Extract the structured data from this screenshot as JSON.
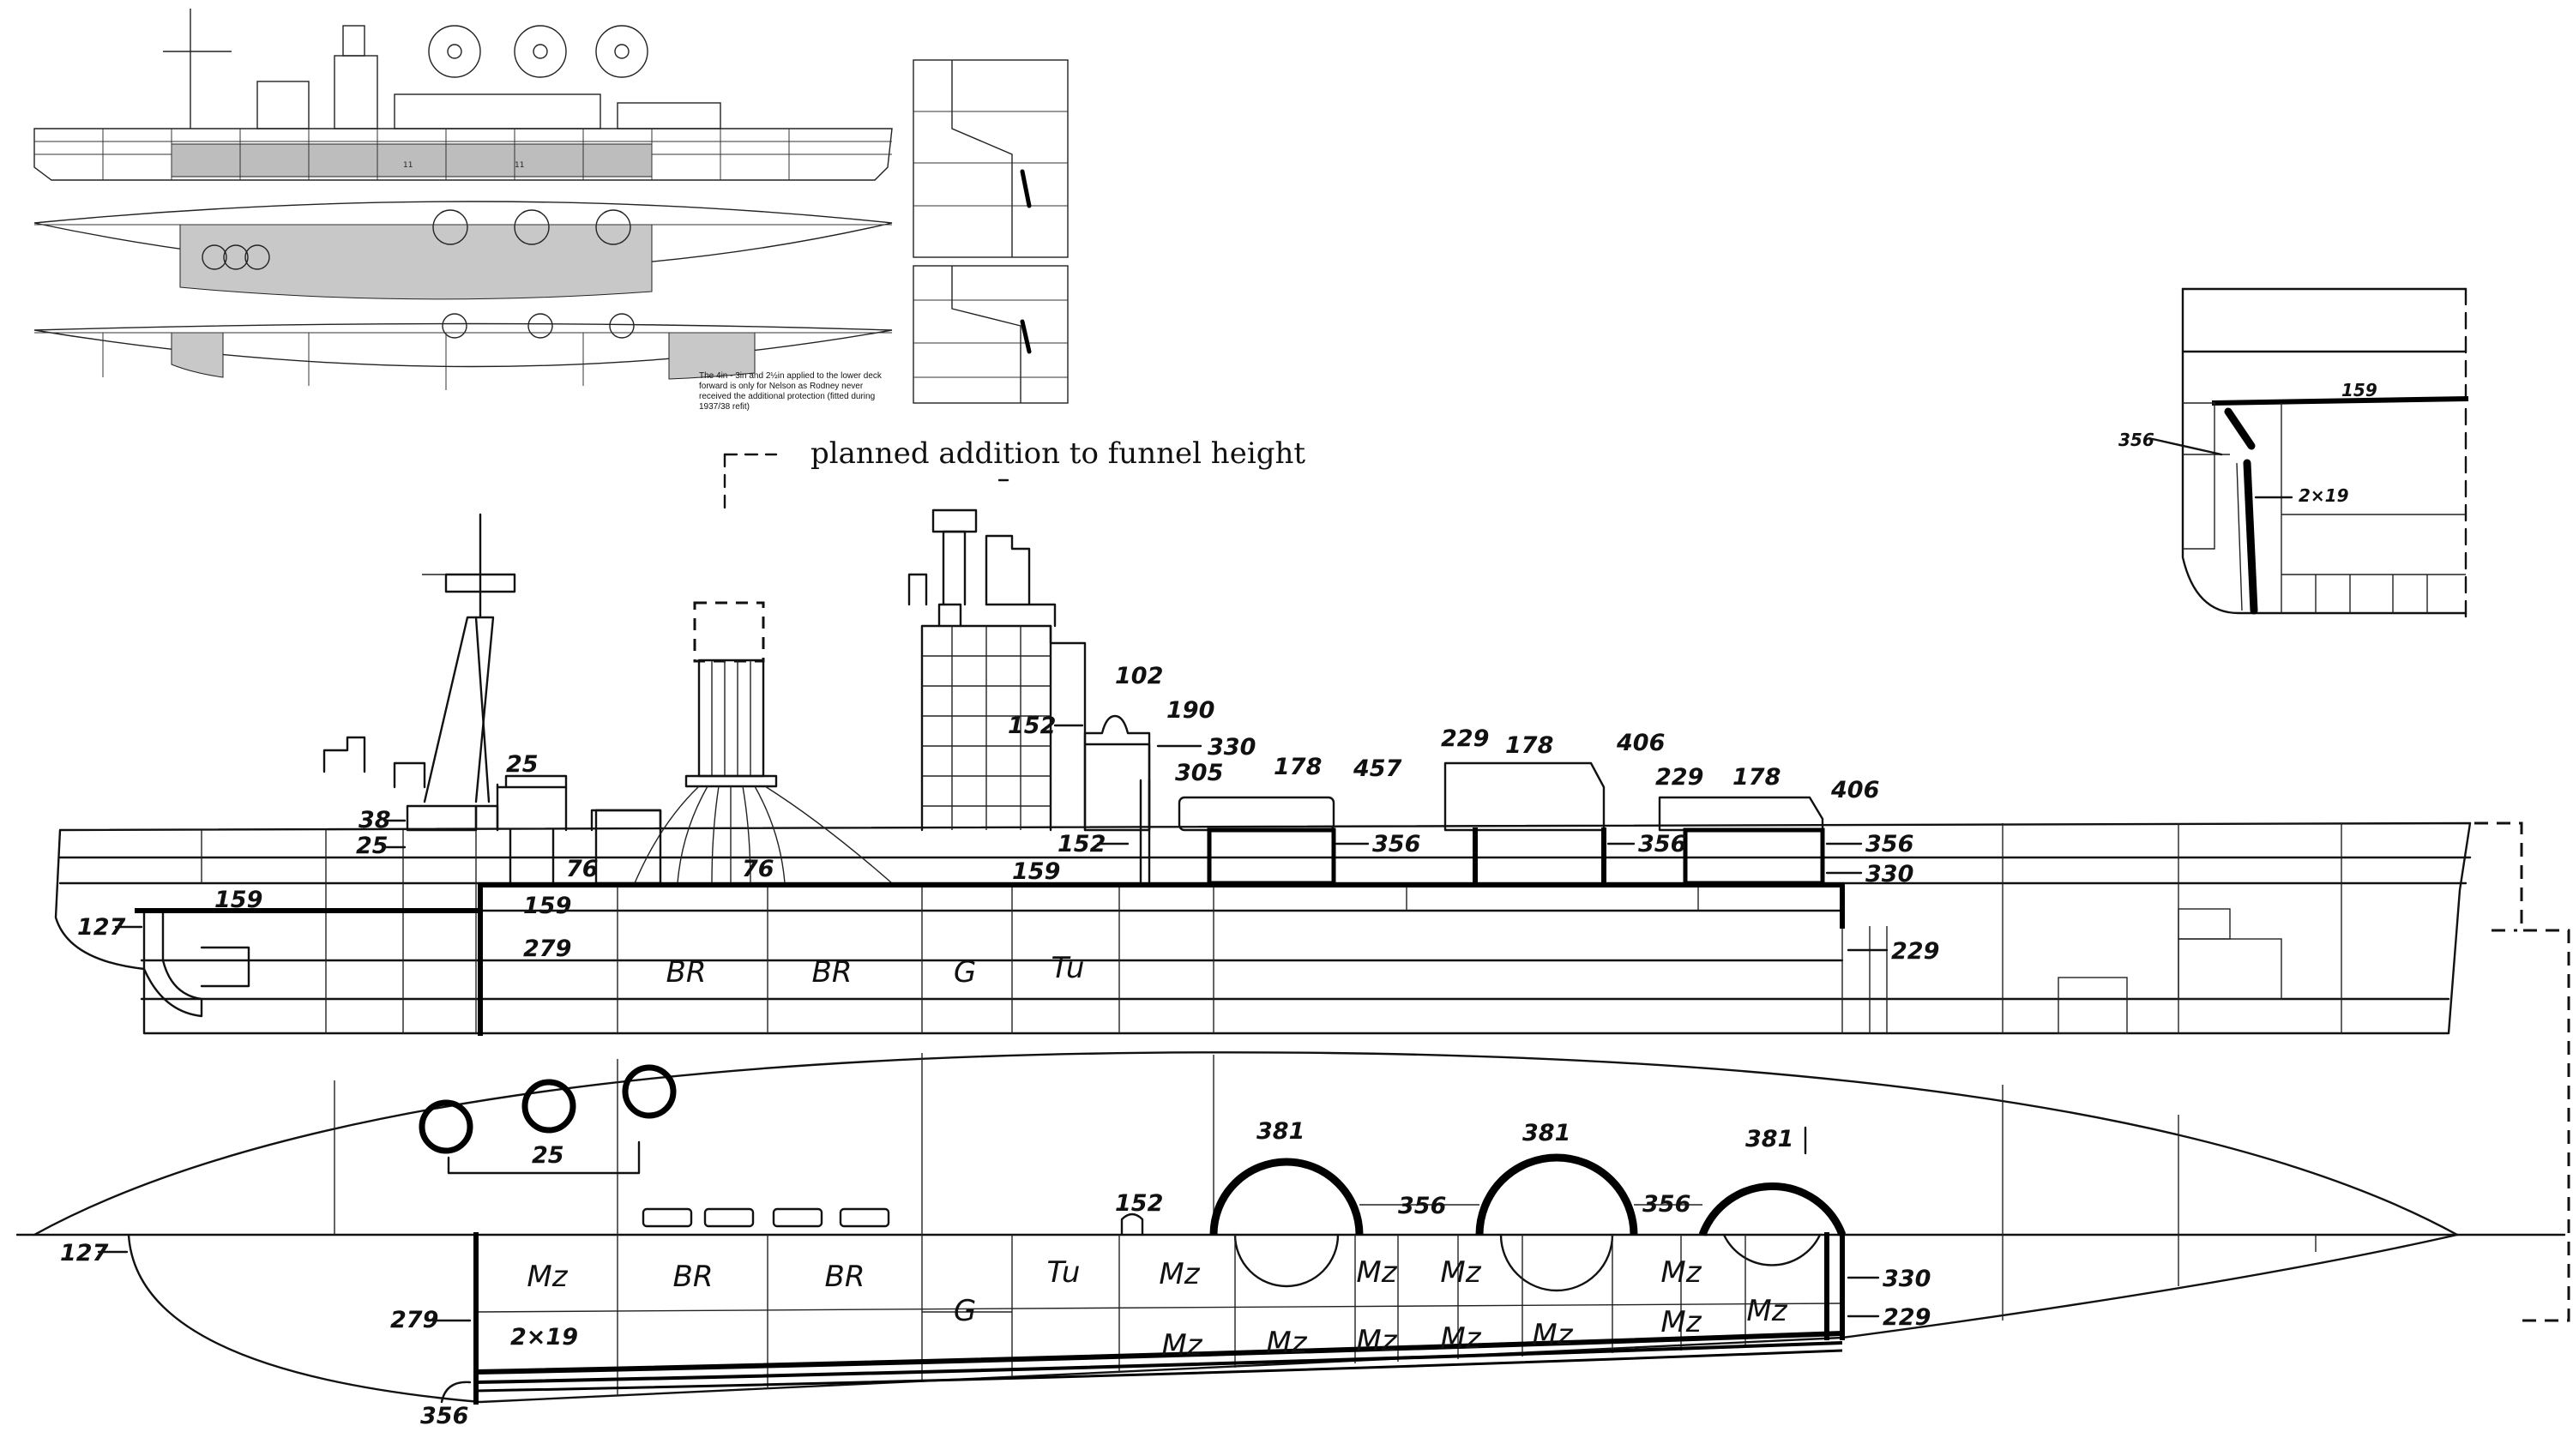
{
  "legend": {
    "planned_funnel": "planned addition to funnel height"
  },
  "thumbnail": {
    "note_lines": [
      "The 4in - 3in and 2½in applied to the lower deck",
      "forward is only for Nelson as Rodney never",
      "received the additional protection (fitted during",
      "1937/38 refit)"
    ]
  },
  "profile_labels": [
    {
      "id": "l102",
      "text": "102"
    },
    {
      "id": "l152a",
      "text": "152"
    },
    {
      "id": "l190",
      "text": "190"
    },
    {
      "id": "l330a",
      "text": "330"
    },
    {
      "id": "l305",
      "text": "305"
    },
    {
      "id": "l178a",
      "text": "178"
    },
    {
      "id": "l457",
      "text": "457"
    },
    {
      "id": "l229a",
      "text": "229"
    },
    {
      "id": "l178b",
      "text": "178"
    },
    {
      "id": "l406a",
      "text": "406"
    },
    {
      "id": "l229b",
      "text": "229"
    },
    {
      "id": "l178c",
      "text": "178"
    },
    {
      "id": "l406b",
      "text": "406"
    },
    {
      "id": "l25a",
      "text": "25"
    },
    {
      "id": "l38",
      "text": "38"
    },
    {
      "id": "l25b",
      "text": "25"
    },
    {
      "id": "l76a",
      "text": "76"
    },
    {
      "id": "l76b",
      "text": "76"
    },
    {
      "id": "l152b",
      "text": "152"
    },
    {
      "id": "l159a",
      "text": "159"
    },
    {
      "id": "l356a",
      "text": "356"
    },
    {
      "id": "l356b",
      "text": "356"
    },
    {
      "id": "l356c",
      "text": "356"
    },
    {
      "id": "l330b",
      "text": "330"
    },
    {
      "id": "l127a",
      "text": "127"
    },
    {
      "id": "l159b",
      "text": "159"
    },
    {
      "id": "l159c",
      "text": "159"
    },
    {
      "id": "l279a",
      "text": "279"
    },
    {
      "id": "l229c",
      "text": "229"
    }
  ],
  "profile_zones": [
    "BR",
    "BR",
    "G",
    "Tu"
  ],
  "plan_labels": [
    {
      "id": "p25",
      "text": "25"
    },
    {
      "id": "p381a",
      "text": "381"
    },
    {
      "id": "p381b",
      "text": "381"
    },
    {
      "id": "p381c",
      "text": "381"
    },
    {
      "id": "p356a",
      "text": "356"
    },
    {
      "id": "p356b",
      "text": "356"
    },
    {
      "id": "p152",
      "text": "152"
    },
    {
      "id": "p127",
      "text": "127"
    },
    {
      "id": "p279",
      "text": "279"
    },
    {
      "id": "p219",
      "text": "2×19"
    },
    {
      "id": "p356c",
      "text": "356"
    },
    {
      "id": "p330",
      "text": "330"
    },
    {
      "id": "p229",
      "text": "229"
    }
  ],
  "plan_zones_upper": [
    "Mz",
    "BR",
    "BR",
    "G",
    "Tu",
    "Mz",
    "Mz",
    "Mz",
    "Mz"
  ],
  "plan_zones_lower": [
    "Mz",
    "Mz",
    "Mz",
    "Mz",
    "Mz",
    "Mz",
    "Mz"
  ],
  "section_labels": [
    {
      "id": "s159",
      "text": "159"
    },
    {
      "id": "s356",
      "text": "356"
    },
    {
      "id": "s219",
      "text": "2×19"
    }
  ]
}
